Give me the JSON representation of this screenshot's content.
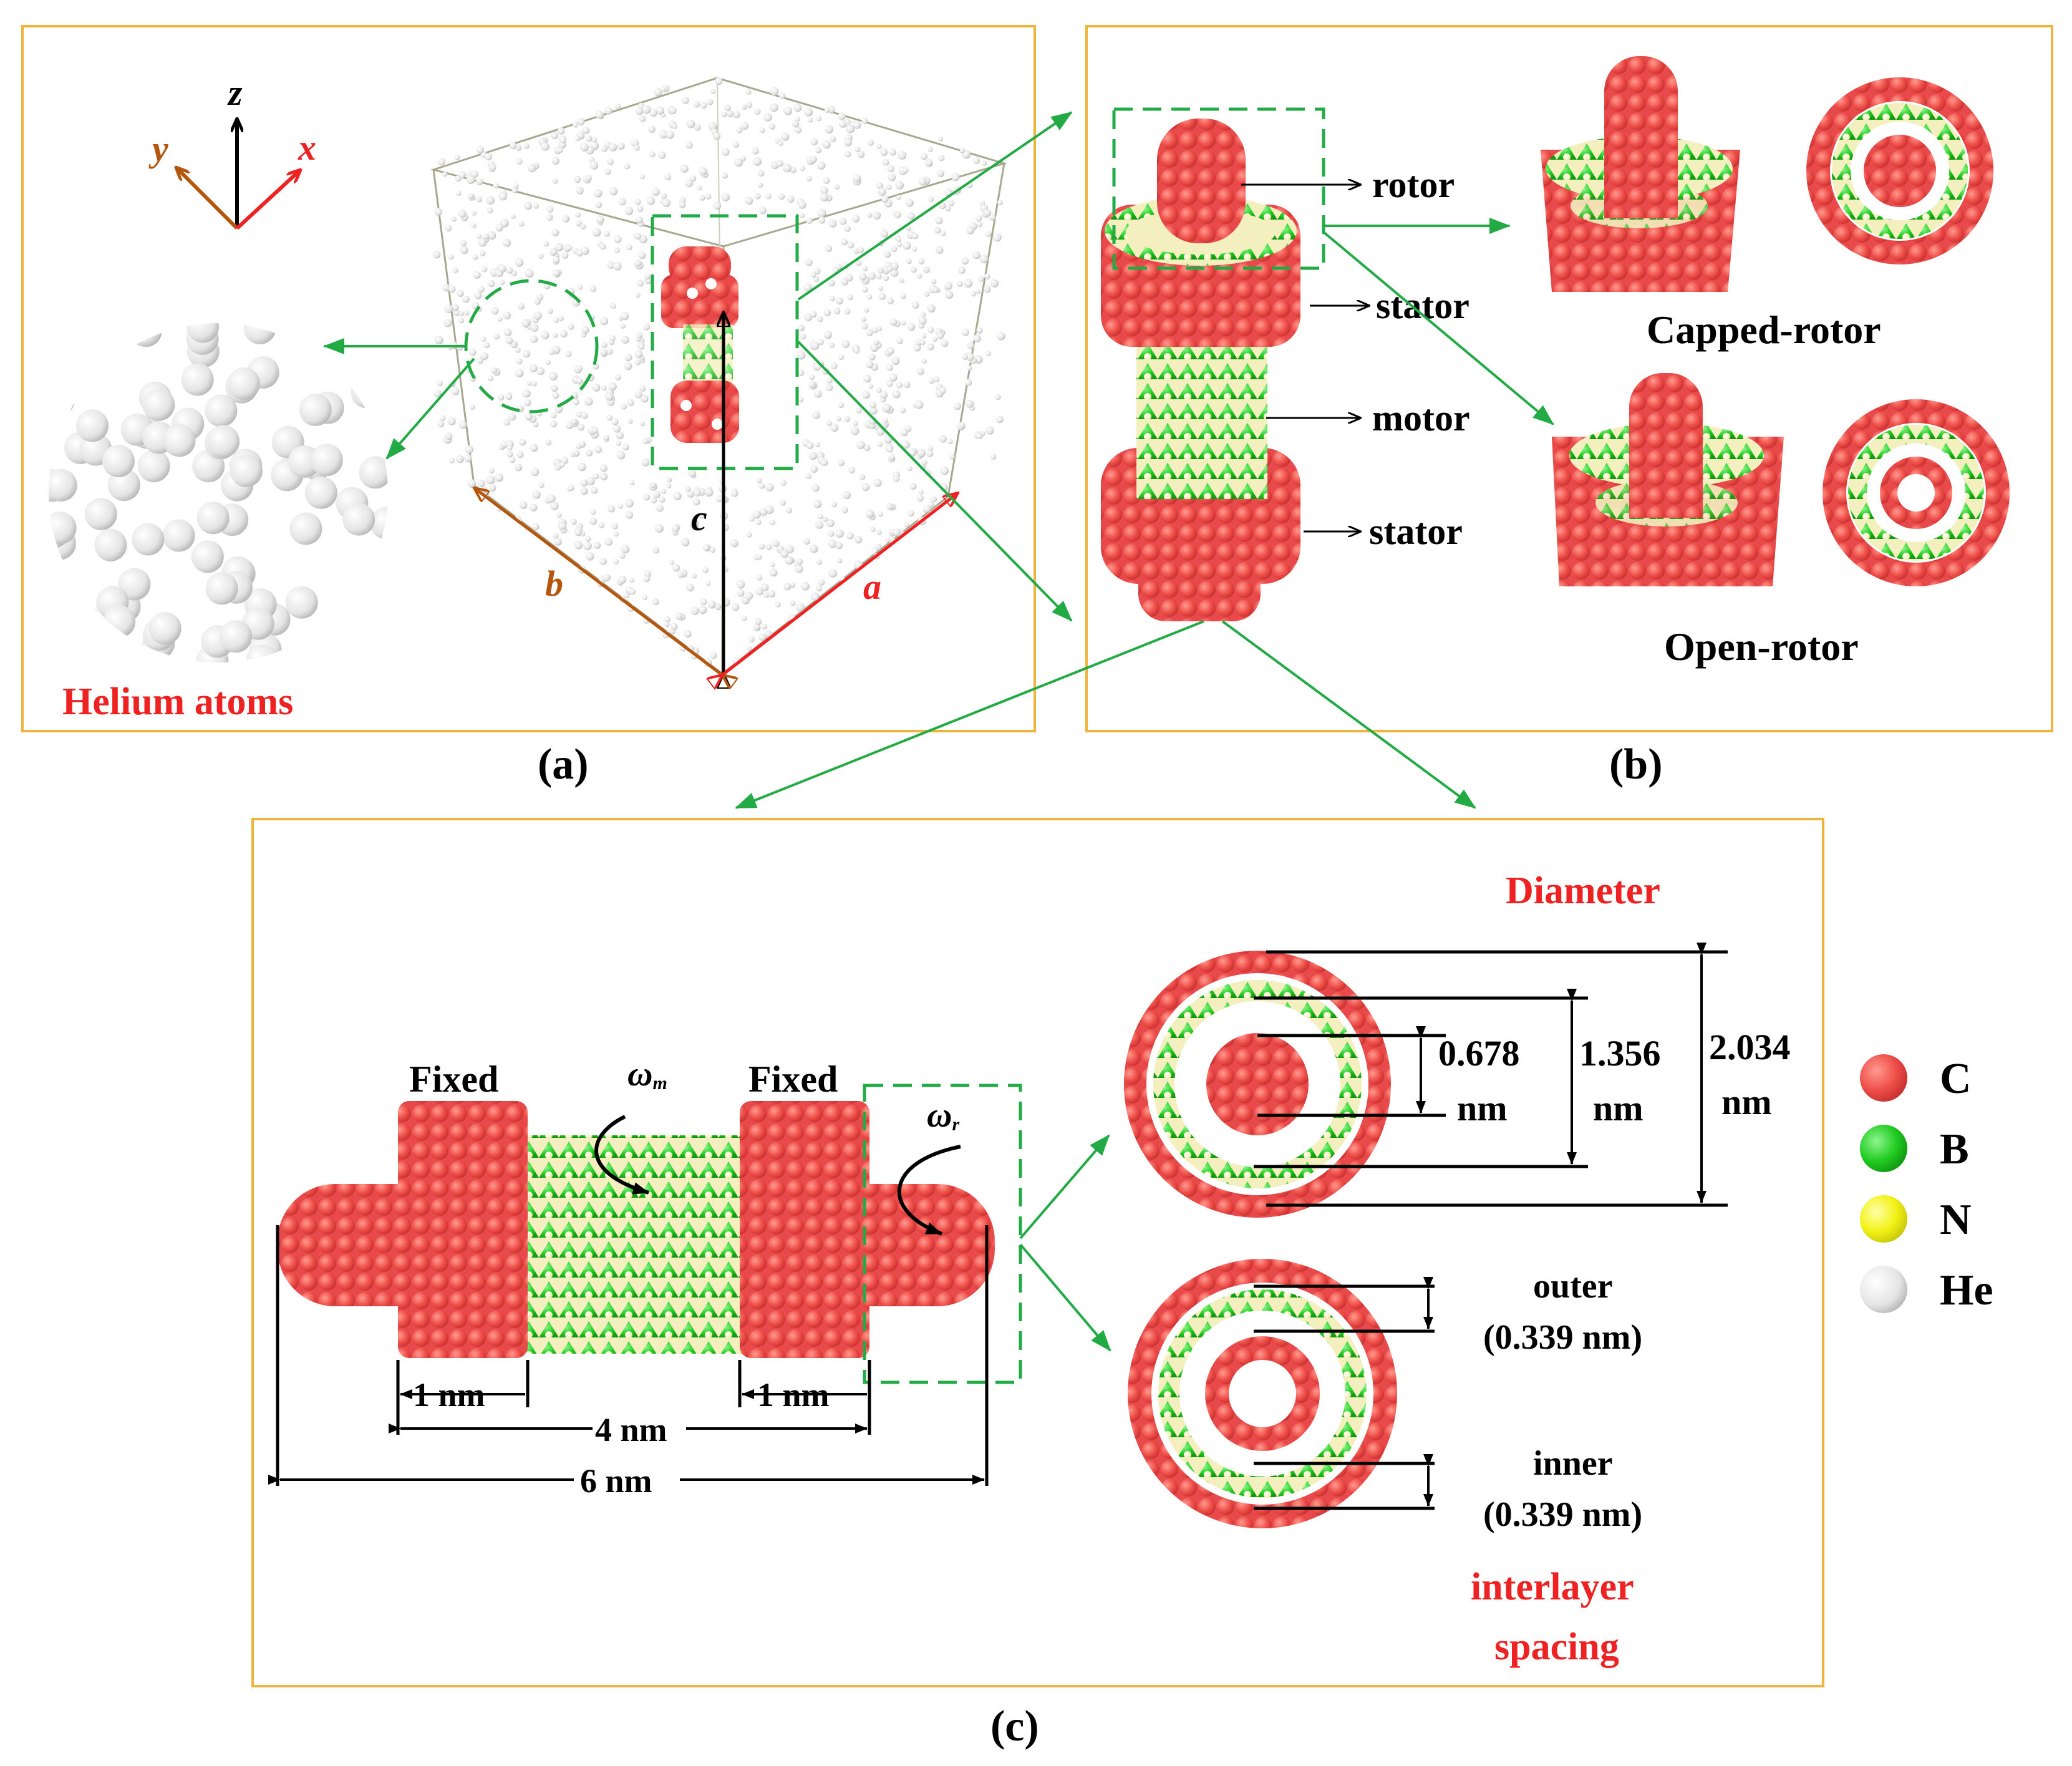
{
  "panel_a": {
    "axis_z": "z",
    "axis_y": "y",
    "axis_x": "x",
    "dim_a": "a",
    "dim_b": "b",
    "dim_c": "c",
    "helium_caption": "Helium atoms",
    "panel_label": "(a)"
  },
  "panel_b": {
    "rotor_label": "rotor",
    "stator_top_label": "stator",
    "motor_label": "motor",
    "stator_bottom_label": "stator",
    "capped_rotor_caption": "Capped-rotor",
    "open_rotor_caption": "Open-rotor",
    "panel_label": "(b)"
  },
  "panel_c": {
    "fixed_left": "Fixed",
    "fixed_right": "Fixed",
    "omega_m_symbol": "ω",
    "omega_m_sub": "m",
    "omega_r_symbol": "ω",
    "omega_r_sub": "r",
    "dim_1nm_left": "1 nm",
    "dim_1nm_right": "1 nm",
    "dim_4nm": "4 nm",
    "dim_6nm": "6 nm",
    "diameter_title": "Diameter",
    "d1_value": "0.678",
    "d1_unit": "nm",
    "d2_value": "1.356",
    "d2_unit": "nm",
    "d3_value": "2.034",
    "d3_unit": "nm",
    "outer_label": "outer",
    "outer_value": "(0.339 nm)",
    "inner_label": "inner",
    "inner_value": "(0.339 nm)",
    "interlayer_line1": "interlayer",
    "interlayer_line2": "spacing",
    "panel_label": "(c)"
  },
  "legend": [
    {
      "symbol": "C",
      "color": "#f0524f"
    },
    {
      "symbol": "B",
      "color": "#22cc22"
    },
    {
      "symbol": "N",
      "color": "#f2f216"
    },
    {
      "symbol": "He",
      "color": "#eeeeee"
    }
  ],
  "colors": {
    "carbon": "#f0524f",
    "boron": "#22cc22",
    "nitrogen_tube": "#f7f3c4",
    "helium": "#e6e6e6",
    "frame": "#f0b43c",
    "arrow_green": "#22aa44",
    "label_red": "#ee2222",
    "axis_brown": "#b5560f",
    "axis_red": "#ee2222"
  }
}
